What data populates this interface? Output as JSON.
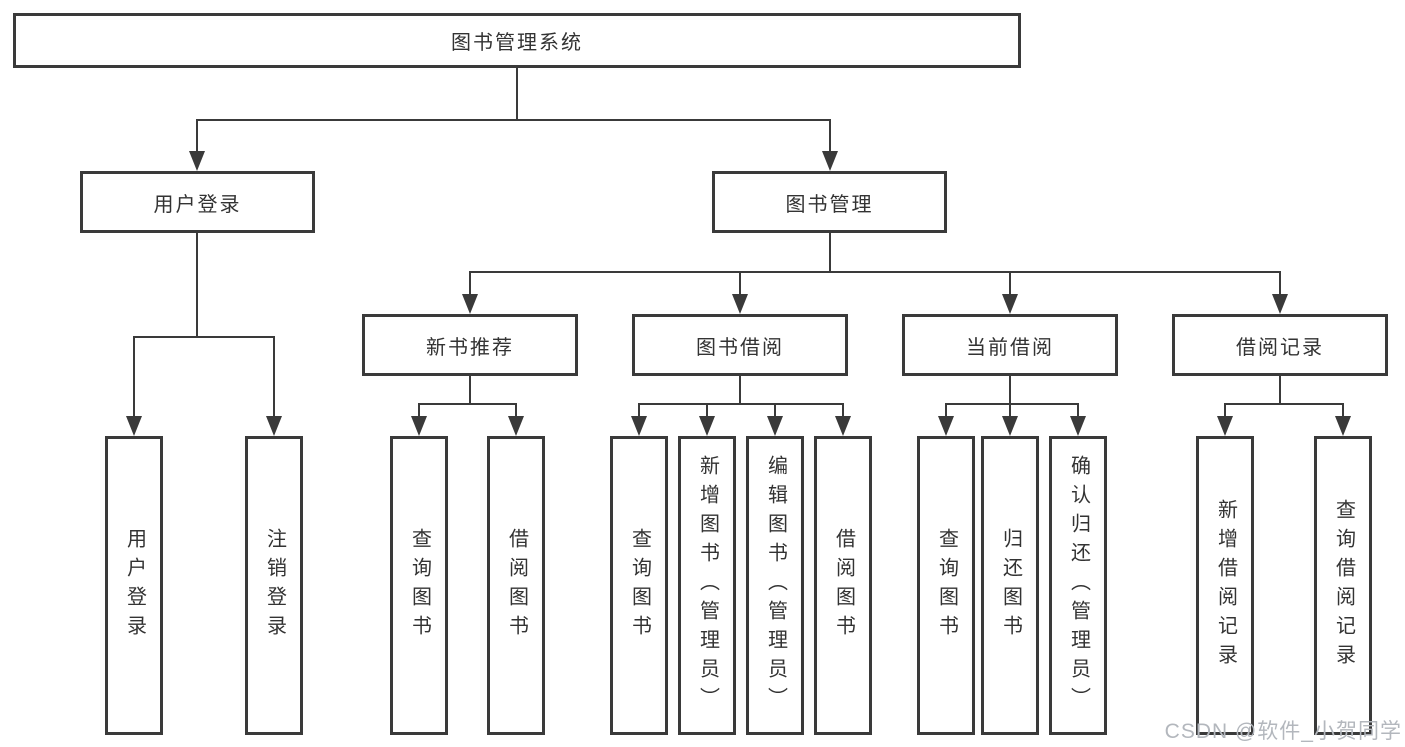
{
  "nodes": {
    "root": "图书管理系统",
    "user_login": "用户登录",
    "book_management": "图书管理",
    "new_book_recommendation": "新书推荐",
    "book_borrowing": "图书借阅",
    "current_borrowing": "当前借阅",
    "borrowing_records": "借阅记录",
    "leaf_user_login": "用户登录",
    "leaf_logout_login": "注销登录",
    "leaf_recommend_query_books": "查询图书",
    "leaf_recommend_borrow_books": "借阅图书",
    "leaf_borrowing_query_books": "查询图书",
    "leaf_borrowing_add_books_admin": "新增图书（管理员）",
    "leaf_borrowing_edit_books_admin": "编辑图书（管理员）",
    "leaf_borrowing_borrow_books": "借阅图书",
    "leaf_current_query_books": "查询图书",
    "leaf_current_return_books": "归还图书",
    "leaf_current_confirm_return_admin": "确认归还（管理员）",
    "leaf_records_add_record": "新增借阅记录",
    "leaf_records_query_record": "查询借阅记录"
  },
  "watermark": "CSDN @软件_小贺同学",
  "colors": {
    "line": "#3a3a3a",
    "text": "#333333",
    "watermark": "#b3b7bd",
    "background": "#ffffff"
  }
}
